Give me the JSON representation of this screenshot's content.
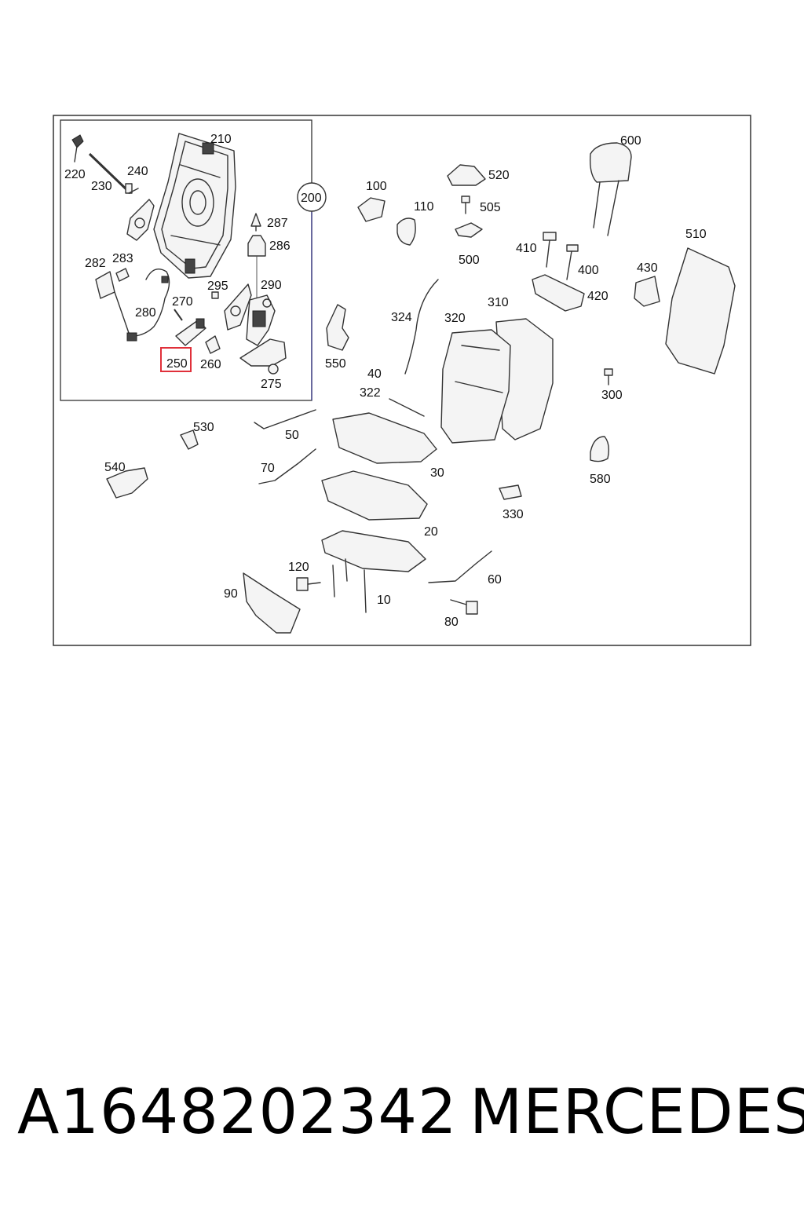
{
  "footer": {
    "part_number": "A1648202342",
    "brand": "MERCEDES"
  },
  "diagram": {
    "highlight_color": "#e0303a",
    "highlighted_label": "250",
    "labels": {
      "l210": "210",
      "l220": "220",
      "l230": "230",
      "l240": "240",
      "l200": "200",
      "l287": "287",
      "l286": "286",
      "l282": "282",
      "l283": "283",
      "l290": "290",
      "l295": "295",
      "l270": "270",
      "l280": "280",
      "l250": "250",
      "l260": "260",
      "l275": "275",
      "l100": "100",
      "l110": "110",
      "l520": "520",
      "l505": "505",
      "l500": "500",
      "l600": "600",
      "l510": "510",
      "l410": "410",
      "l400": "400",
      "l430": "430",
      "l420": "420",
      "l310": "310",
      "l324": "324",
      "l320": "320",
      "l550": "550",
      "l40": "40",
      "l322": "322",
      "l300": "300",
      "l530": "530",
      "l50": "50",
      "l540": "540",
      "l70": "70",
      "l30": "30",
      "l580": "580",
      "l330": "330",
      "l20": "20",
      "l120": "120",
      "l60": "60",
      "l90": "90",
      "l10": "10",
      "l80": "80"
    }
  }
}
